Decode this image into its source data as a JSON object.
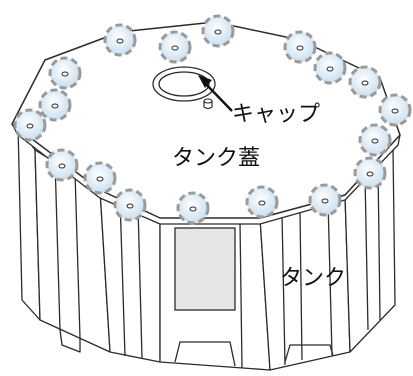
{
  "labels": {
    "cap": "キャップ",
    "lid": "タンク蓋",
    "tank": "タンク"
  },
  "colors": {
    "bolt_ring": "#9a9a9a",
    "bolt_fill": "#cfe3f2",
    "line": "#2b2b2b",
    "window": "#e6e6e6"
  },
  "bolt_count": 18
}
